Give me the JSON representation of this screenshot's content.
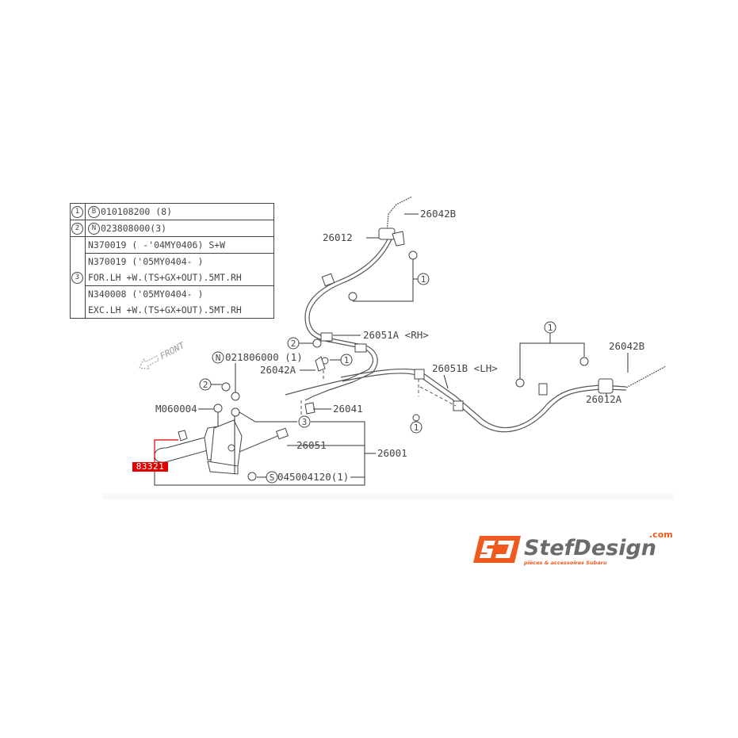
{
  "legend": {
    "rows": [
      {
        "num": "1",
        "prefix": "B",
        "text": "010108200 (8)"
      },
      {
        "num": "2",
        "prefix": "N",
        "text": "023808000(3)"
      }
    ],
    "group3": {
      "num": "3",
      "lines": [
        {
          "l1": "N370019 (    -'04MY0406)  S+W"
        },
        {
          "l1": "N370019 ('05MY0404-    )",
          "l2": "FOR.LH +W.(TS+GX+OUT).5MT.RH"
        },
        {
          "l1": "N340008 ('05MY0404-    )",
          "l2": "EXC.LH +W.(TS+GX+OUT).5MT.RH"
        }
      ]
    }
  },
  "diagram": {
    "front_label": "FRONT",
    "callouts": {
      "c1": "1",
      "c2": "2",
      "c3": "3",
      "s": "S",
      "n": "N"
    },
    "labels": {
      "p26042B_top": "26042B",
      "p26012": "26012",
      "p26051A": "26051A <RH>",
      "p26042A": "26042A",
      "p26041": "26041",
      "p26051B": "26051B <LH>",
      "p26042B_right": "26042B",
      "p26012A": "26012A",
      "p021806000": "021806000 (1)",
      "pM060004": "M060004",
      "p26051": "26051",
      "p26001": "26001",
      "p045004120": "045004120(1)"
    },
    "highlight": {
      "part_number": "83321",
      "color": "#e10000"
    }
  },
  "logo": {
    "brand": "StefDesign",
    "tld": ".com",
    "tagline": "pièces & accessoires Subaru",
    "accent_color": "#f05a1e",
    "text_color": "#6b6b6b"
  }
}
